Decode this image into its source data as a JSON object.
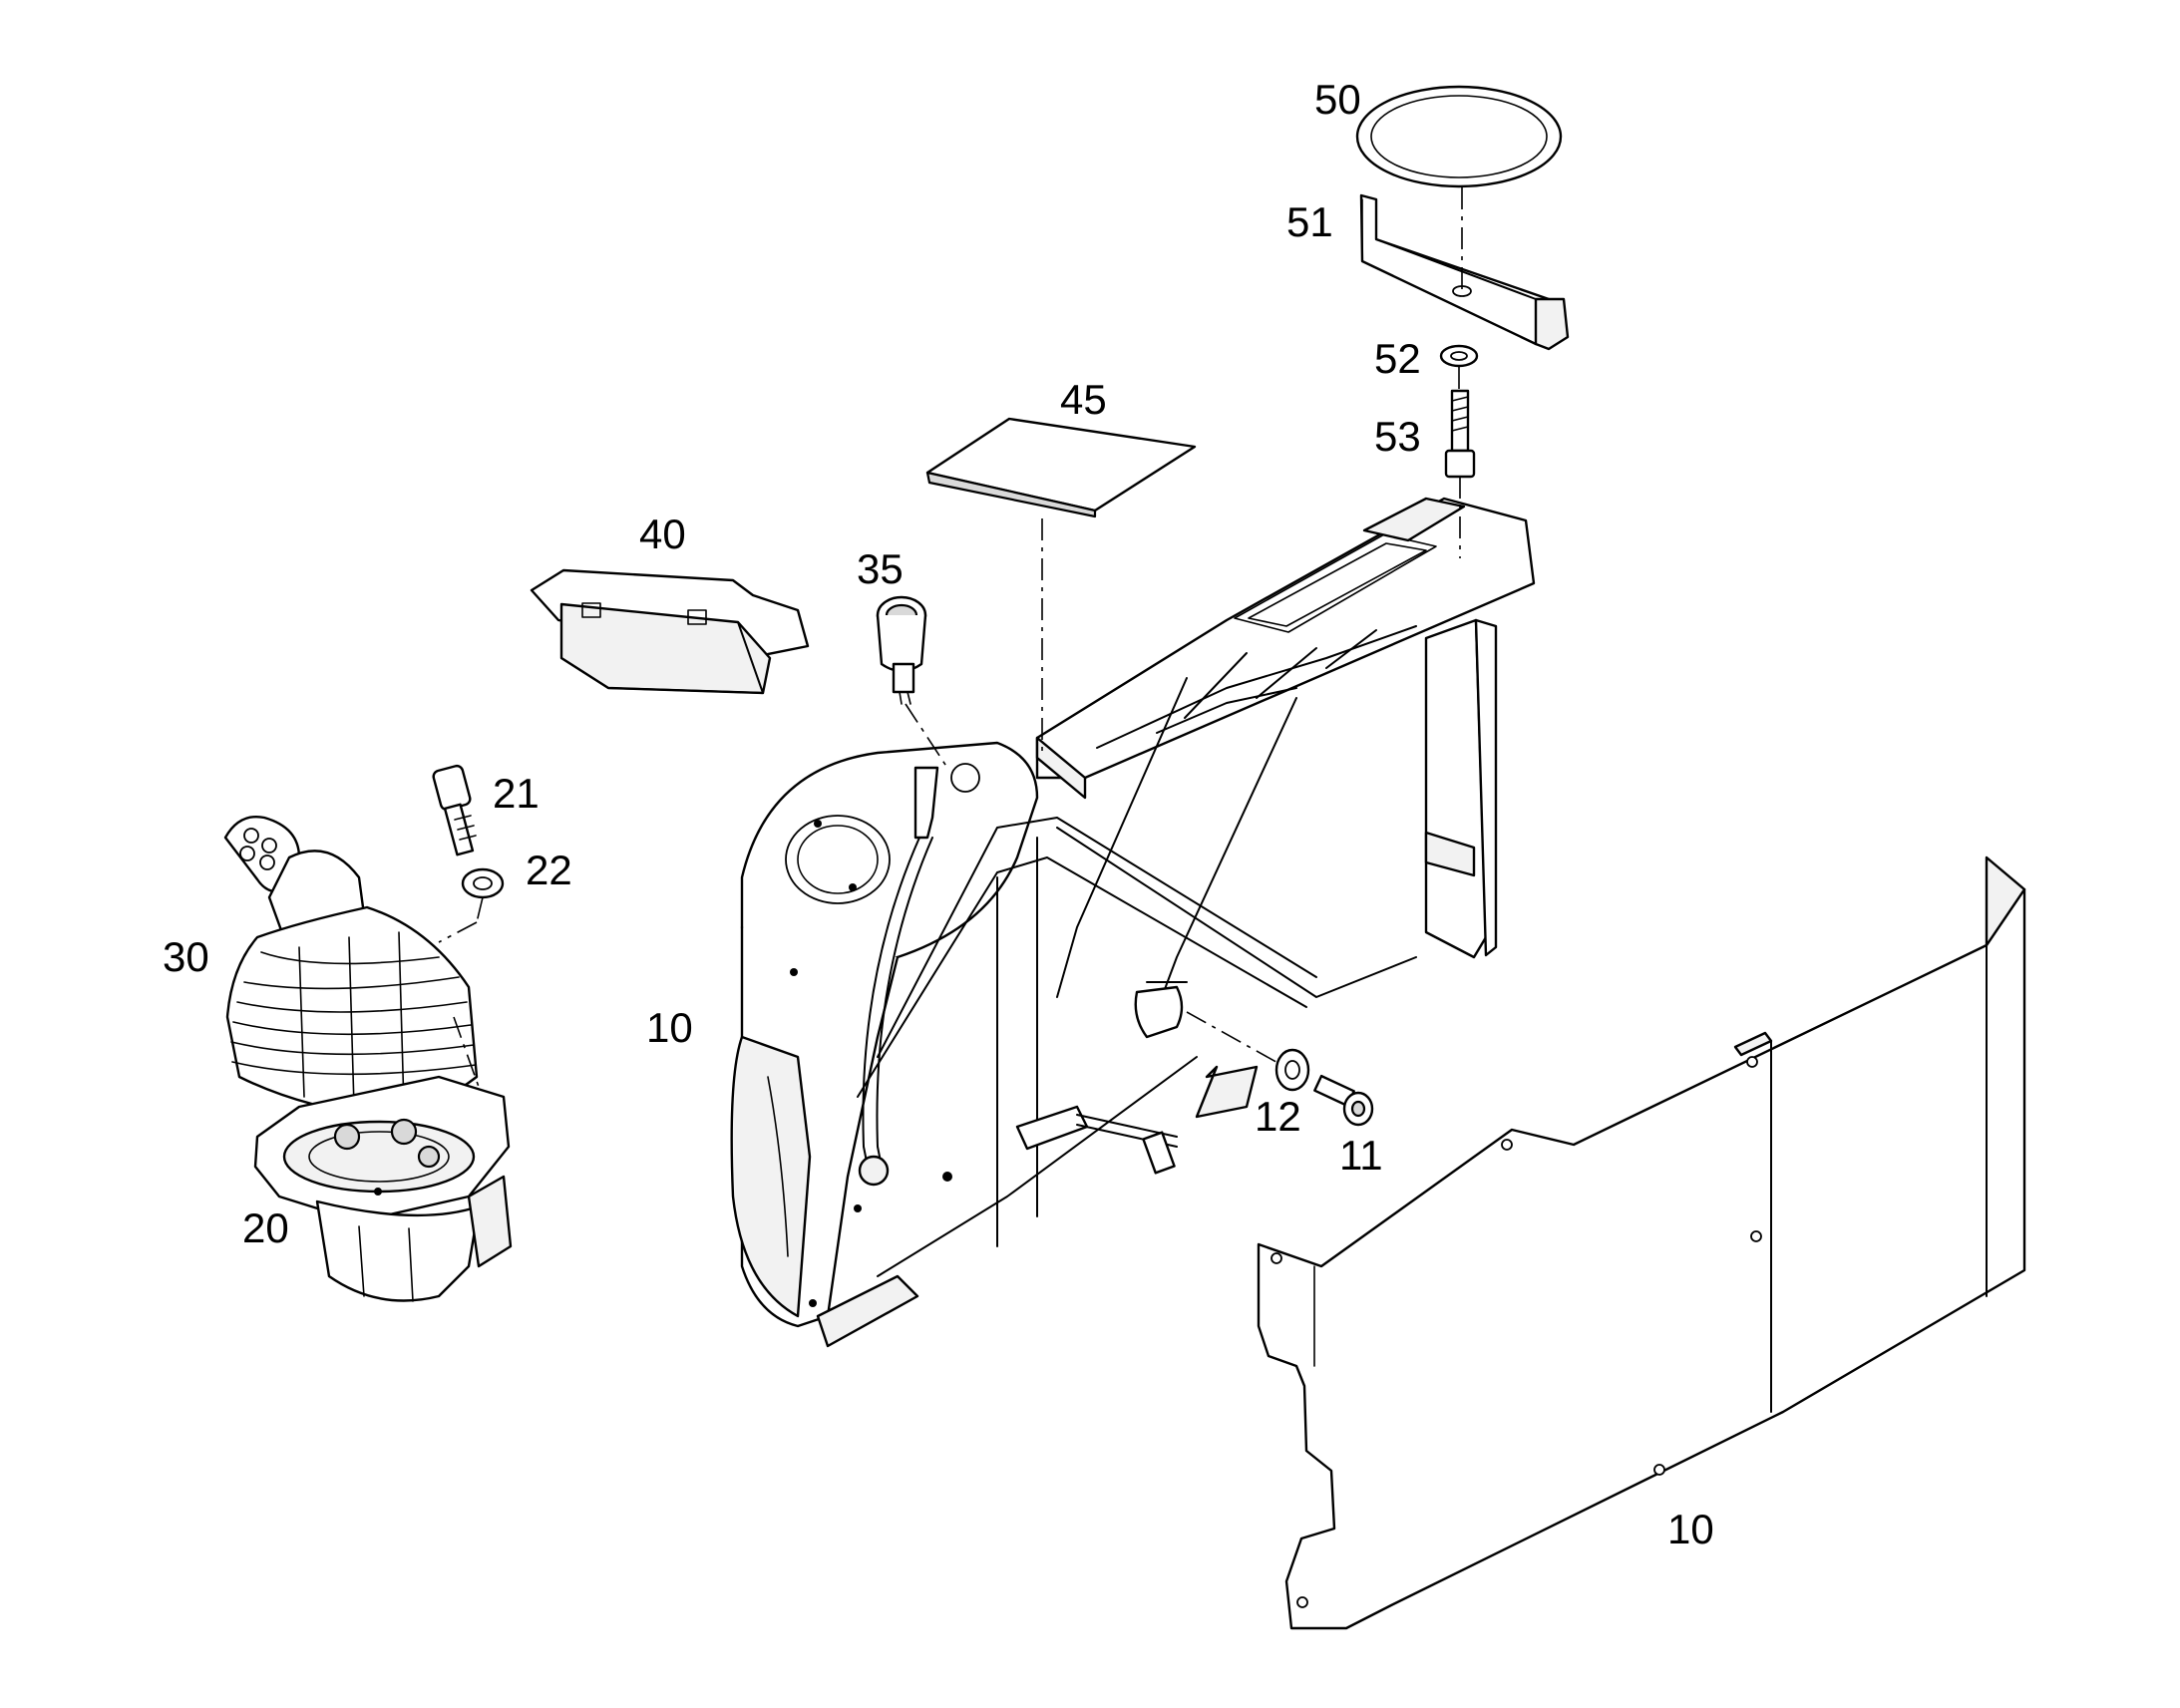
{
  "diagram": {
    "callouts": {
      "c50": "50",
      "c51": "51",
      "c52": "52",
      "c53": "53",
      "c45": "45",
      "c40": "40",
      "c35": "35",
      "c21": "21",
      "c22": "22",
      "c30": "30",
      "c10a": "10",
      "c12": "12",
      "c11": "11",
      "c20": "20",
      "c10b": "10"
    }
  }
}
